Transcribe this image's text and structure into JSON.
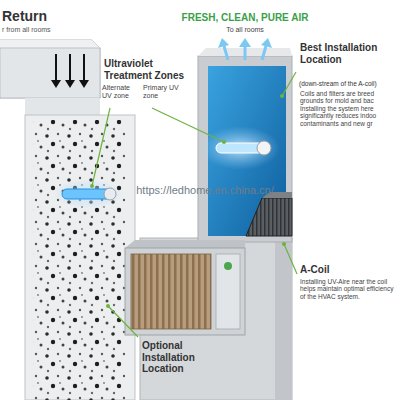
{
  "diagram": {
    "labels": [
      "Return",
      "r from all rooms",
      "Ultraviolet Treatment Zones",
      "Alternate UV zone",
      "Primary UV zone",
      "FRESH, CLEAN, PURE AIR",
      "To all rooms",
      "Best Installation Location",
      "(down-stream of the A-coil)",
      "Coils and filters are breed grounds for mold and bac Installing the system here significantly reduces indoo contaminants and new gr",
      "A-Coil",
      "Installing UV-Aire near the coil helps maintain optimal efficiency of the HVAC system.",
      "Optional Installation Location",
      "https://ledhome.en.china.cn/"
    ]
  }
}
